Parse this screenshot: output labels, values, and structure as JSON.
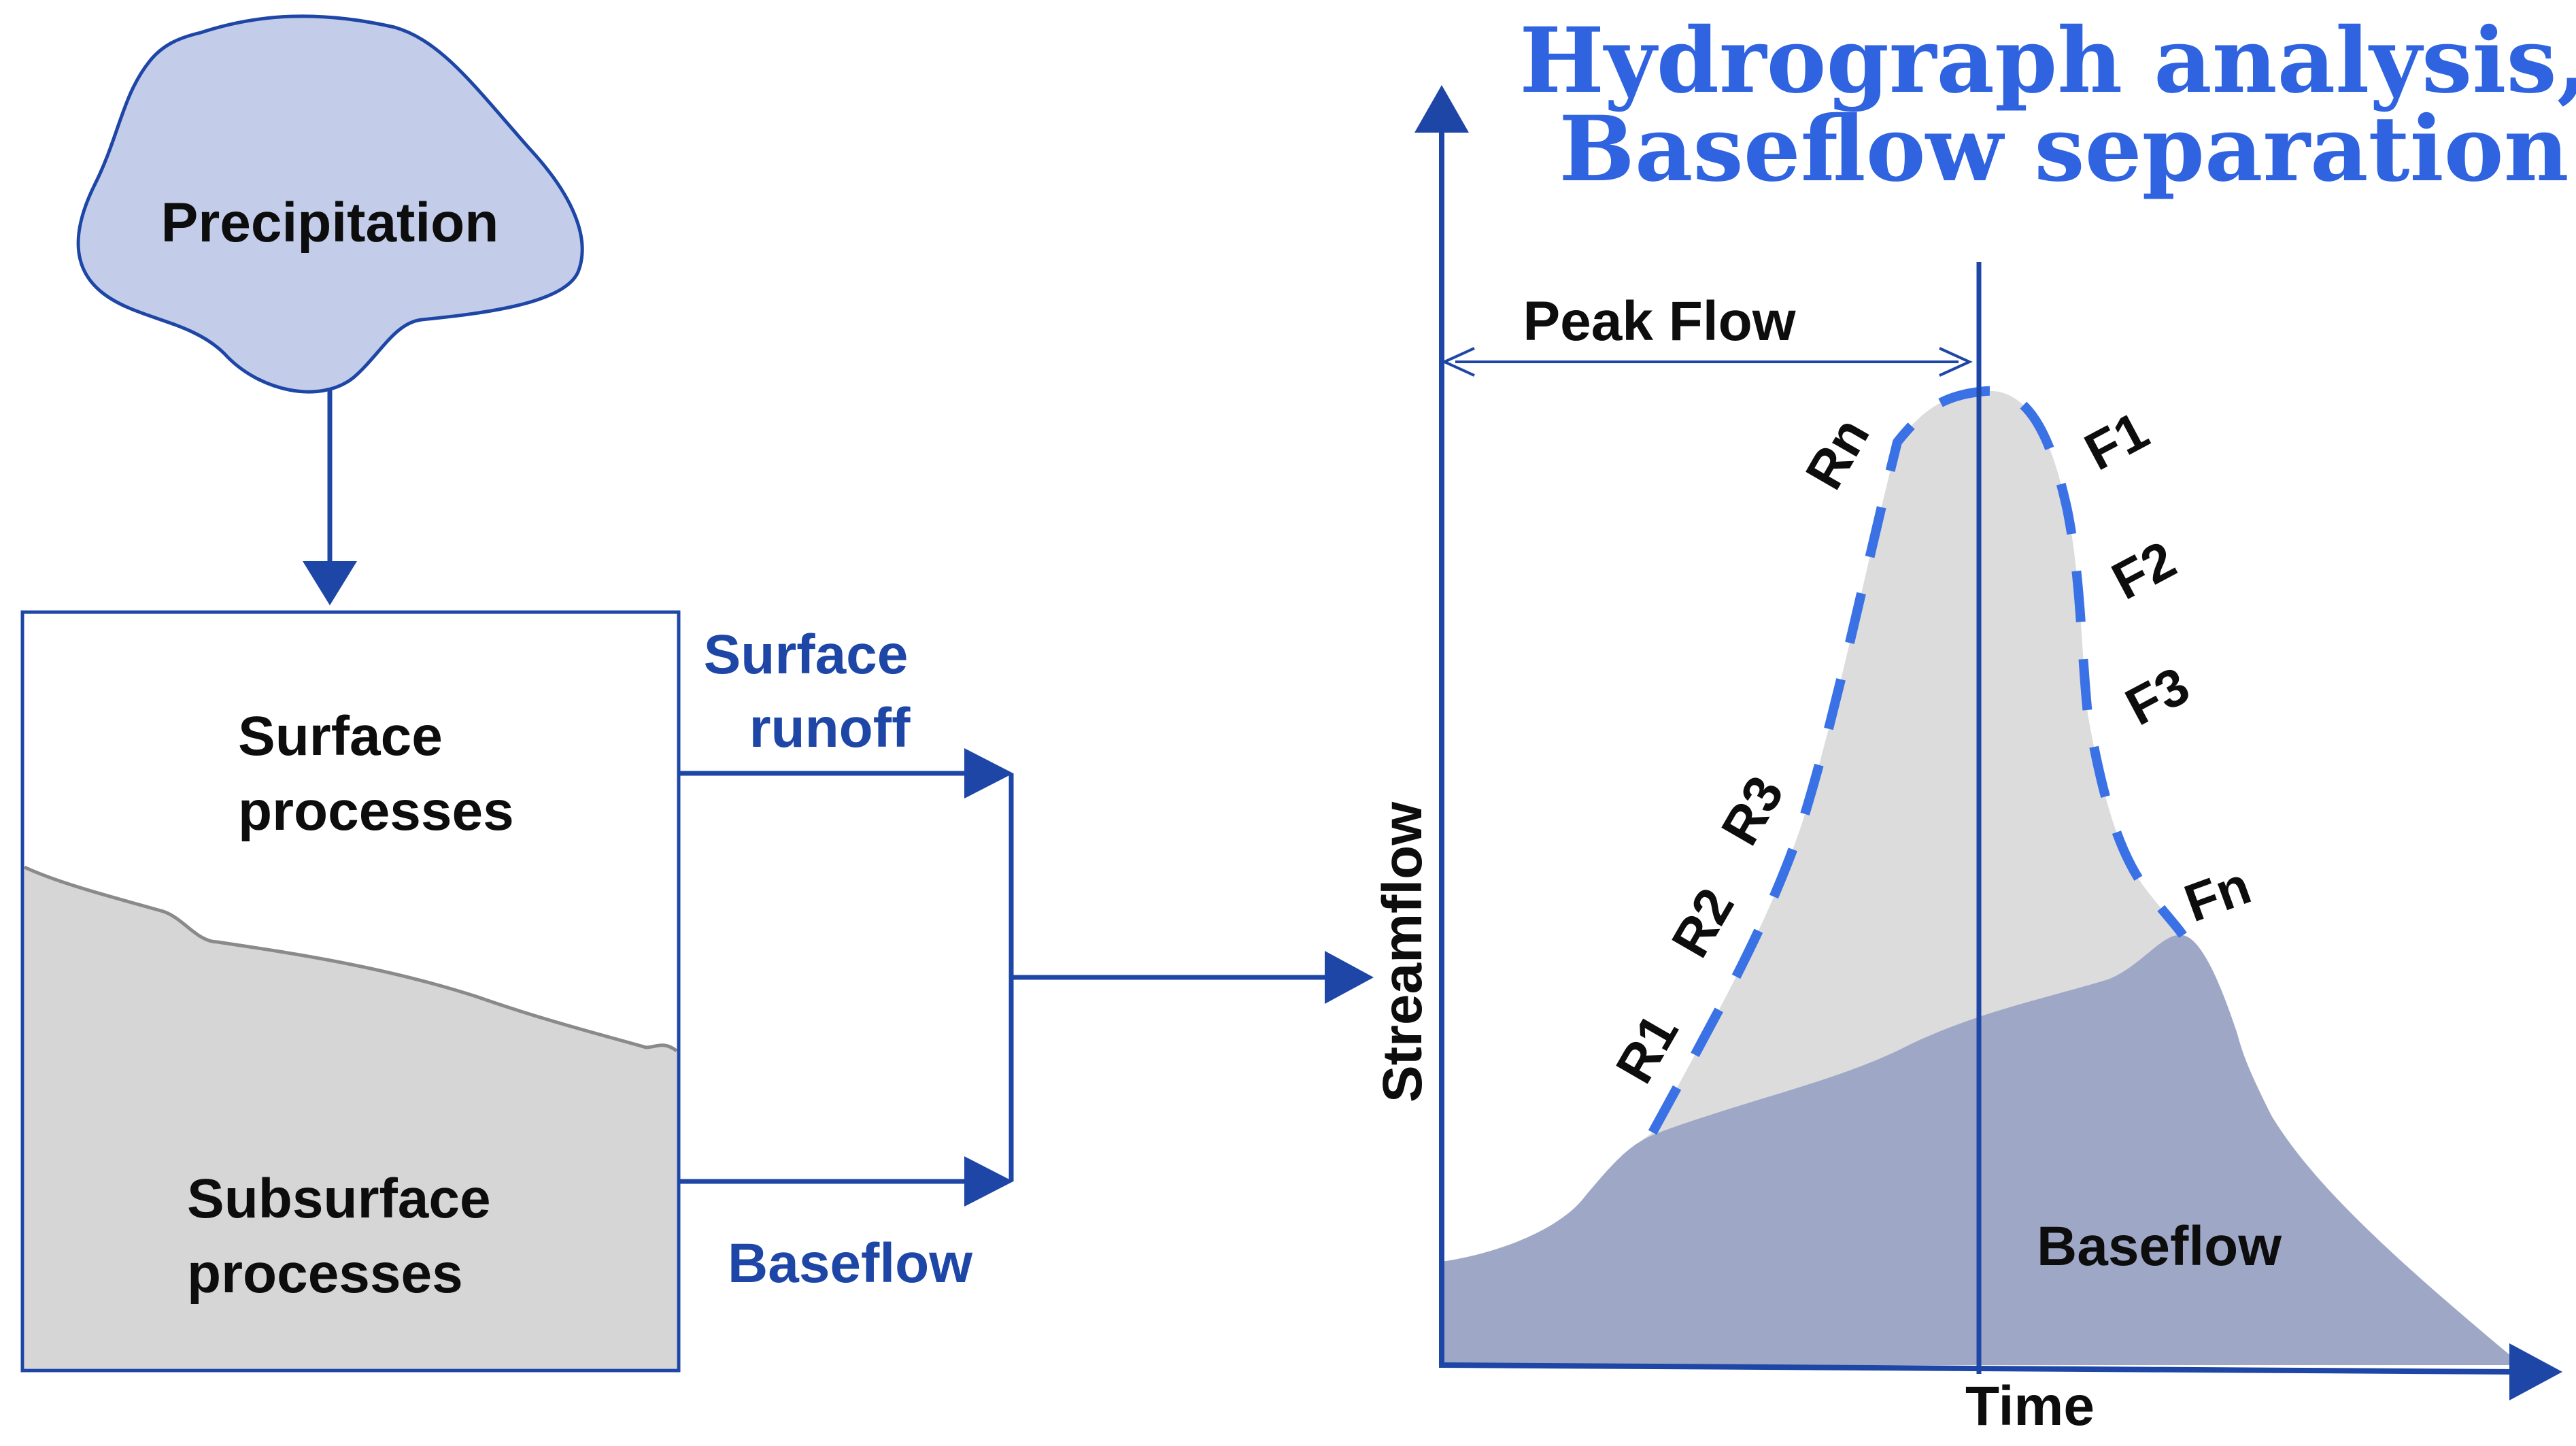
{
  "title": {
    "line1": "Hydrograph analysis,",
    "line2": "Baseflow separation"
  },
  "nodes": {
    "precipitation": "Precipitation",
    "surface_processes": [
      "Surface",
      "processes"
    ],
    "subsurface_processes": [
      "Subsurface",
      "processes"
    ]
  },
  "flows": {
    "surface_runoff": [
      "Surface",
      "runoff"
    ],
    "baseflow": "Baseflow"
  },
  "hydrograph": {
    "y_axis_label": "Streamflow",
    "x_axis_label": "Time",
    "peak_flow_label": "Peak Flow",
    "baseflow_area_label": "Baseflow",
    "rising_limb_labels": [
      "R1",
      "R2",
      "R3",
      "Rn"
    ],
    "falling_limb_labels": [
      "F1",
      "F2",
      "F3",
      "Fn"
    ]
  },
  "colors": {
    "navy": "#1e46a6",
    "title_blue": "#2f63e0",
    "dash_blue": "#3a72e6",
    "cloud_fill": "#c3cde9",
    "ground_fill": "#d6d6d6",
    "hydrograph_fill": "#dcdcdc",
    "baseflow_fill": "#9ea8c6"
  }
}
